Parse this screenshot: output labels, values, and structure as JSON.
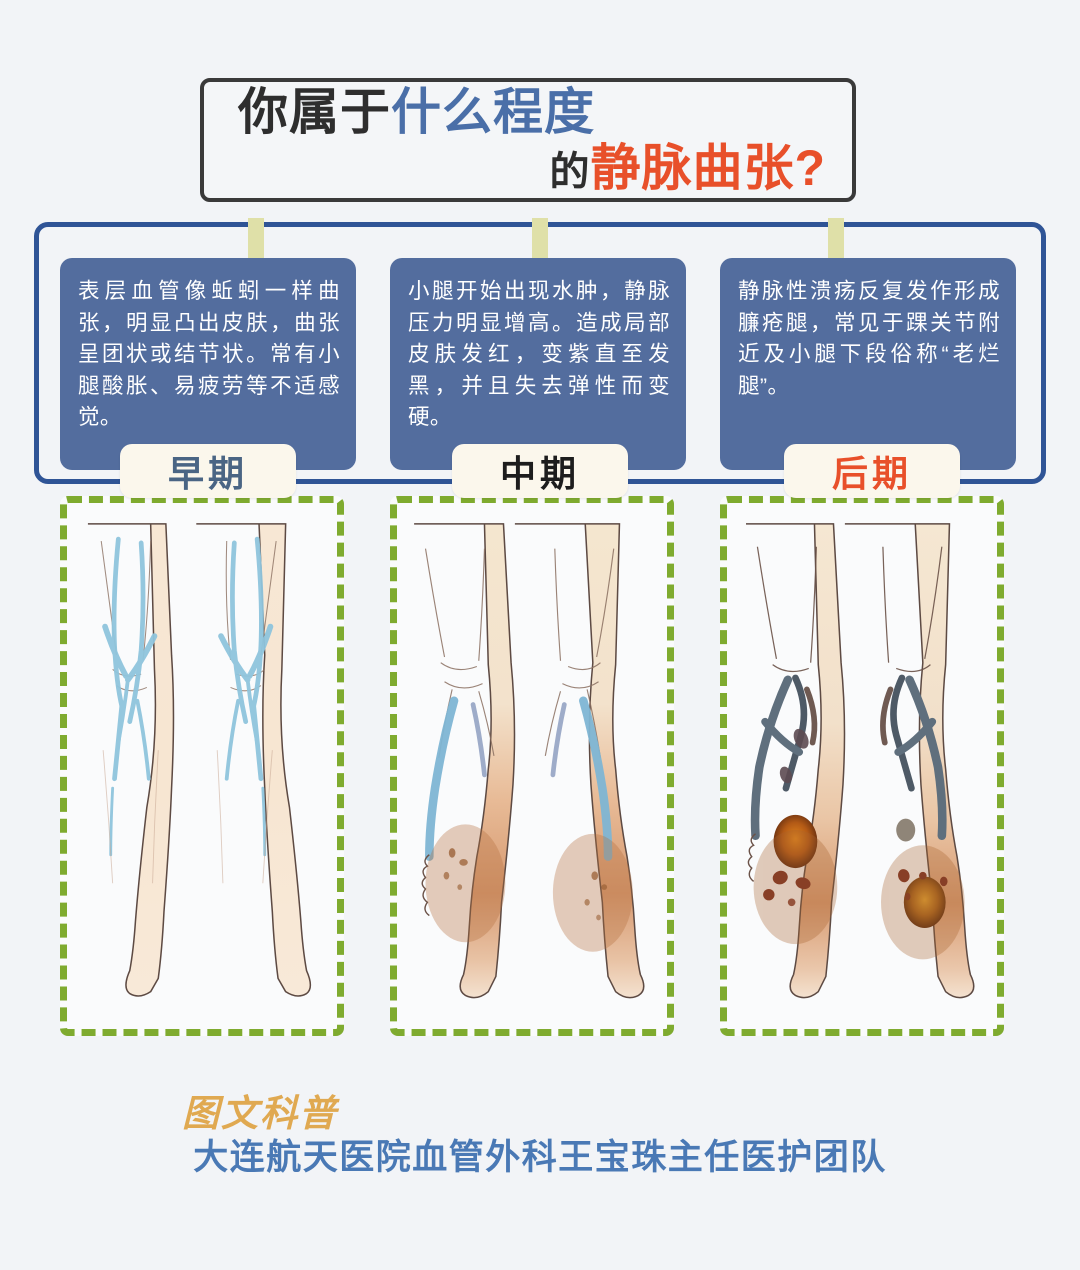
{
  "background_color": "#f2f4f7",
  "title": {
    "line1_dark": "你属于",
    "line1_blue": "什么程度",
    "line2_dark": "的",
    "line2_red": "静脉曲张?",
    "dark_color": "#2e2e2e",
    "blue_color": "#4a6fa8",
    "red_color": "#e8502a"
  },
  "frame": {
    "border_color": "#2f5496",
    "connector_color": "#dfe0a8"
  },
  "stages": [
    {
      "id": "early",
      "badge_label": "早期",
      "badge_color": "#4a6584",
      "description": "表层血管像蚯蚓一样曲张，明显凸出皮肤，曲张呈团状或结节状。常有小腿酸胀、易疲劳等不适感觉。",
      "card_color": "#536d9e",
      "panel_border_color": "#7fab2f",
      "illustration": "pale-legs-with-light-blue-surface-veins"
    },
    {
      "id": "middle",
      "badge_label": "中期",
      "badge_color": "#1d1d1d",
      "description": "小腿开始出现水肿，静脉压力明显增高。造成局部皮肤发红，变紫直至发黑，并且失去弹性而变硬。",
      "card_color": "#536d9e",
      "panel_border_color": "#7fab2f",
      "illustration": "swollen-legs-with-reddish-brown-discoloration"
    },
    {
      "id": "late",
      "badge_label": "后期",
      "badge_color": "#e8502a",
      "description": "静脉性溃疡反复发作形成臁疮腿，常见于踝关节附近及小腿下段俗称“老烂腿”。",
      "card_color": "#536d9e",
      "panel_border_color": "#7fab2f",
      "illustration": "legs-with-dark-bulging-veins-and-ulcers"
    }
  ],
  "footer": {
    "kepu": "图文科普",
    "kepu_color": "#e0a951",
    "team": "大连航天医院血管外科王宝珠主任医护团队",
    "team_color": "#4a79b5"
  }
}
